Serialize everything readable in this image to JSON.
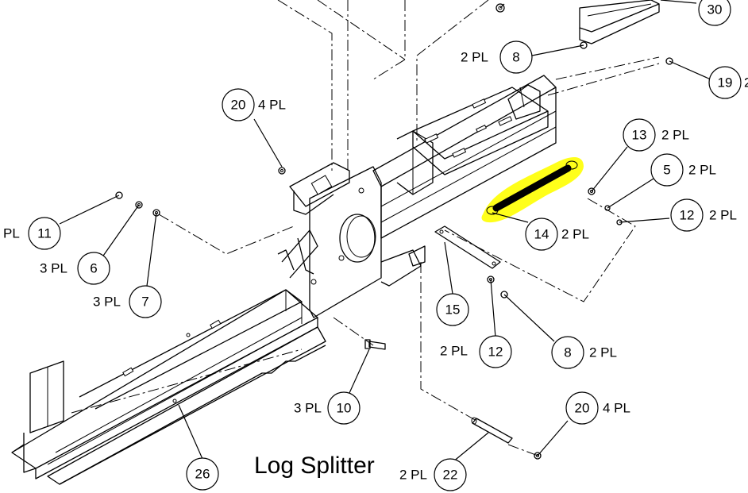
{
  "title": "Log Splitter",
  "highlight_color": "#ffff1a",
  "callouts": [
    {
      "id": "c30",
      "number": "30",
      "qty": ""
    },
    {
      "id": "c8a",
      "number": "8",
      "qty": "2 PL"
    },
    {
      "id": "c19",
      "number": "19",
      "qty": "2"
    },
    {
      "id": "c20a",
      "number": "20",
      "qty": "4 PL"
    },
    {
      "id": "c13",
      "number": "13",
      "qty": "2 PL"
    },
    {
      "id": "c5",
      "number": "5",
      "qty": "2 PL"
    },
    {
      "id": "c12a",
      "number": "12",
      "qty": "2 PL"
    },
    {
      "id": "c14",
      "number": "14",
      "qty": "2 PL"
    },
    {
      "id": "c11",
      "number": "11",
      "qty": "PL"
    },
    {
      "id": "c6",
      "number": "6",
      "qty": "3 PL"
    },
    {
      "id": "c7",
      "number": "7",
      "qty": "3 PL"
    },
    {
      "id": "c15",
      "number": "15",
      "qty": ""
    },
    {
      "id": "c12b",
      "number": "12",
      "qty": "2 PL"
    },
    {
      "id": "c8b",
      "number": "8",
      "qty": "2 PL"
    },
    {
      "id": "c10",
      "number": "10",
      "qty": "3 PL"
    },
    {
      "id": "c20b",
      "number": "20",
      "qty": "4 PL"
    },
    {
      "id": "c26",
      "number": "26",
      "qty": ""
    },
    {
      "id": "c22",
      "number": "22",
      "qty": "2 PL"
    }
  ]
}
